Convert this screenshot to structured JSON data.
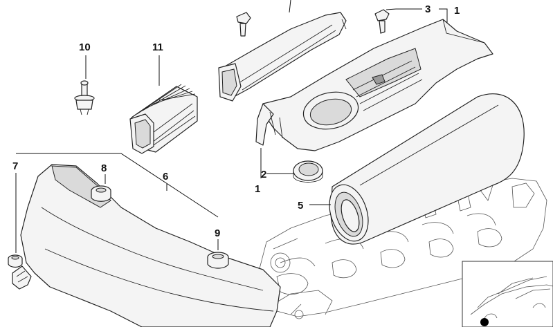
{
  "callouts": {
    "c1_top": "1",
    "c1_bottom": "1",
    "c2": "2",
    "c3": "3",
    "c5": "5",
    "c6": "6",
    "c7": "7",
    "c8": "8",
    "c9": "9",
    "c10": "10",
    "c11": "11"
  },
  "colors": {
    "line": "#222222",
    "part_fill": "#f4f4f4",
    "shade": "#dadada"
  }
}
